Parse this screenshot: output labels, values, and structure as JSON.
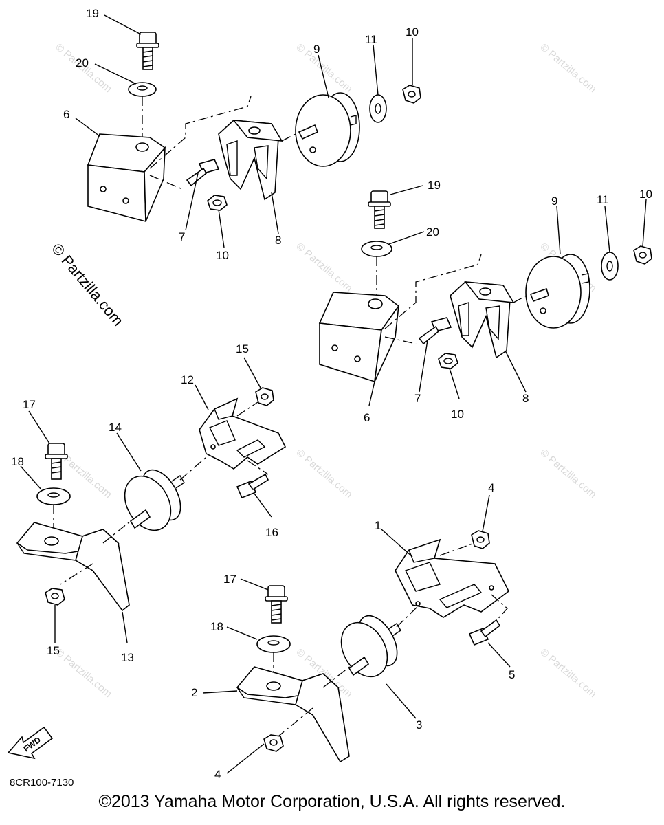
{
  "diagram": {
    "callouts": [
      {
        "id": "c19a",
        "text": "19"
      },
      {
        "id": "c20a",
        "text": "20"
      },
      {
        "id": "c6a",
        "text": "6"
      },
      {
        "id": "c7a",
        "text": "7"
      },
      {
        "id": "c10a",
        "text": "10"
      },
      {
        "id": "c8a",
        "text": "8"
      },
      {
        "id": "c9a",
        "text": "9"
      },
      {
        "id": "c11a",
        "text": "11"
      },
      {
        "id": "c10b",
        "text": "10"
      },
      {
        "id": "c19b",
        "text": "19"
      },
      {
        "id": "c20b",
        "text": "20"
      },
      {
        "id": "c9b",
        "text": "9"
      },
      {
        "id": "c11b",
        "text": "11"
      },
      {
        "id": "c10c",
        "text": "10"
      },
      {
        "id": "c7b",
        "text": "7"
      },
      {
        "id": "c10d",
        "text": "10"
      },
      {
        "id": "c6b",
        "text": "6"
      },
      {
        "id": "c8b",
        "text": "8"
      },
      {
        "id": "c15a",
        "text": "15"
      },
      {
        "id": "c12",
        "text": "12"
      },
      {
        "id": "c14",
        "text": "14"
      },
      {
        "id": "c16",
        "text": "16"
      },
      {
        "id": "c17a",
        "text": "17"
      },
      {
        "id": "c18a",
        "text": "18"
      },
      {
        "id": "c15b",
        "text": "15"
      },
      {
        "id": "c13",
        "text": "13"
      },
      {
        "id": "c4a",
        "text": "4"
      },
      {
        "id": "c1",
        "text": "1"
      },
      {
        "id": "c17b",
        "text": "17"
      },
      {
        "id": "c18b",
        "text": "18"
      },
      {
        "id": "c5",
        "text": "5"
      },
      {
        "id": "c2",
        "text": "2"
      },
      {
        "id": "c3",
        "text": "3"
      },
      {
        "id": "c4b",
        "text": "4"
      }
    ],
    "watermark": "© Partzilla.com",
    "fwd_label": "FWD",
    "diagram_code": "8CR100-7130"
  },
  "footer": {
    "copyright": "©2013 Yamaha Motor Corporation, U.S.A. All rights reserved."
  }
}
